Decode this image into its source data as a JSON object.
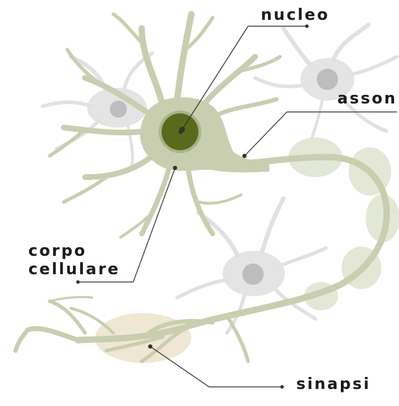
{
  "labels": {
    "nucleo": "nucleo",
    "asson": "asson",
    "corpo_line1": "corpo",
    "corpo_line2": "cellulare",
    "sinapsi": "sinapsi"
  },
  "colors": {
    "neuron_body": "#c8ceaf",
    "neuron_outline": "#aab38a",
    "nucleus": "#5a6a1c",
    "nucleus_ring": "#8a9550",
    "myelin": "#dfe3cf",
    "background_neuron": "#e3e3e3",
    "background_nucleus": "#bdbdbd",
    "synapse": "#eee5d2",
    "leader_line": "#333333"
  }
}
